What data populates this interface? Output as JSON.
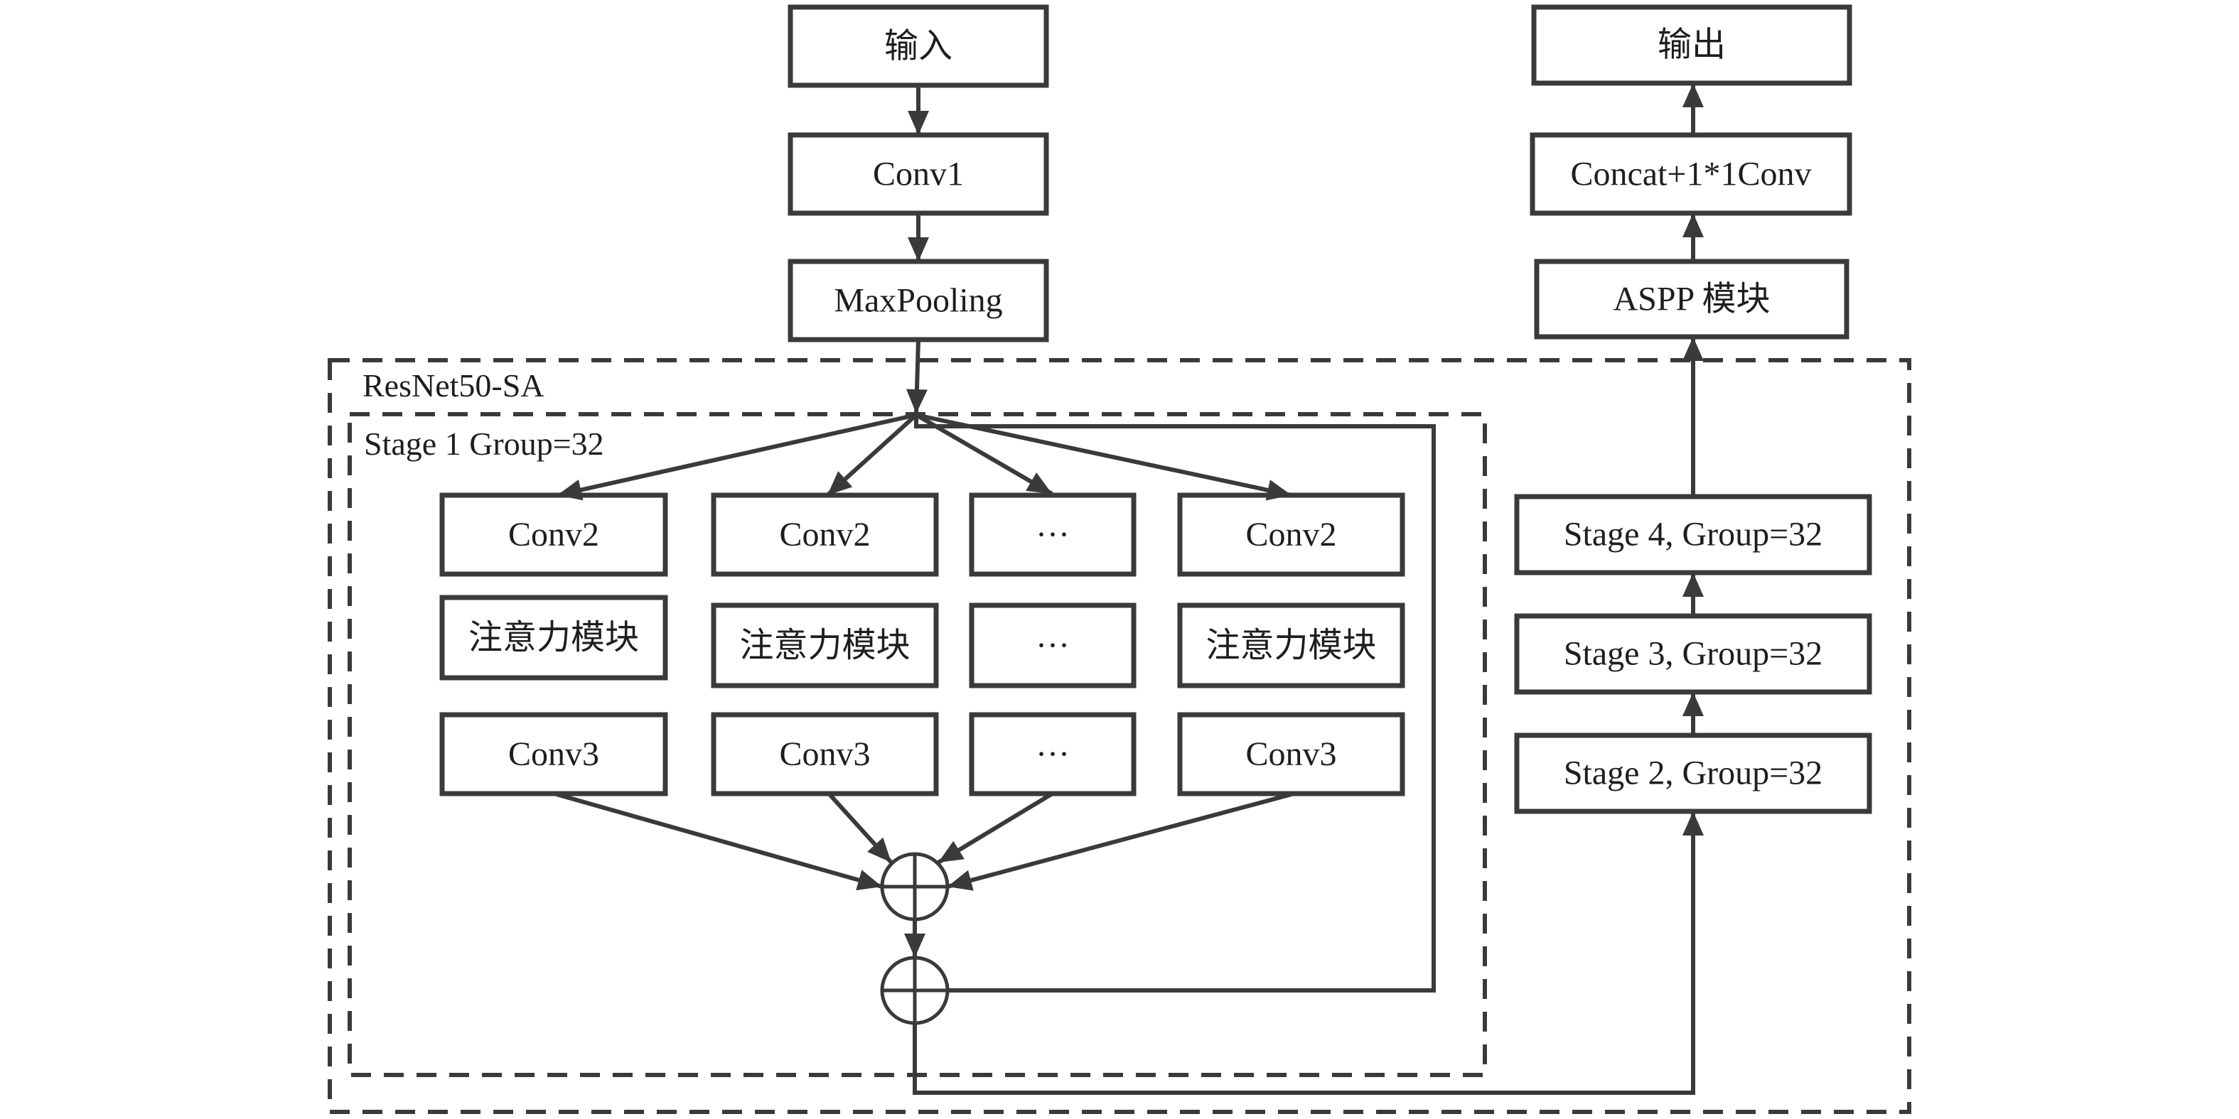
{
  "input": {
    "label": "输入"
  },
  "conv1": {
    "label": "Conv1"
  },
  "maxpool": {
    "label": "MaxPooling"
  },
  "backbone": {
    "label": "ResNet50-SA"
  },
  "stage1": {
    "label": "Stage 1 Group=32",
    "branches": [
      {
        "conv2": "Conv2",
        "attention": "注意力模块",
        "conv3": "Conv3"
      },
      {
        "conv2": "Conv2",
        "attention": "注意力模块",
        "conv3": "Conv3"
      },
      {
        "conv2": "···",
        "attention": "···",
        "conv3": "···"
      },
      {
        "conv2": "Conv2",
        "attention": "注意力模块",
        "conv3": "Conv3"
      }
    ]
  },
  "stages": [
    {
      "label": "Stage 4, Group=32"
    },
    {
      "label": "Stage 3, Group=32"
    },
    {
      "label": "Stage 2, Group=32"
    }
  ],
  "aspp": {
    "label": "ASPP 模块"
  },
  "concat": {
    "label": "Concat+1*1Conv"
  },
  "output": {
    "label": "输出"
  },
  "icons": {
    "sum": "circled-plus-icon",
    "arrow": "arrow-head"
  }
}
